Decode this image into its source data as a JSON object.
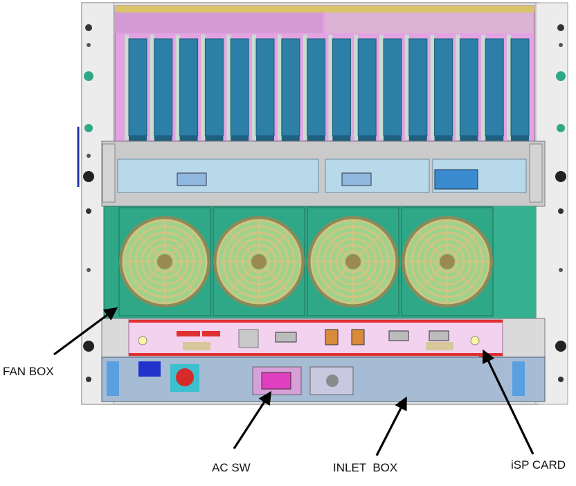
{
  "labels": {
    "fan_box": "FAN BOX",
    "ac_sw": "AC SW",
    "inlet_box": "INLET  BOX",
    "isp_card": "iSP CARD"
  },
  "colors": {
    "rack_frame": "#e6e6e6",
    "card_cage": "#e3a3e3",
    "card_slot": "#2c7fa6",
    "slot_rail": "#c8dcd0",
    "io_panel": "#c9c9c9",
    "fan_box": "#2fa888",
    "fan_grille": "#d2c482",
    "fan_blade": "#9fd28a",
    "isp_card": "#f2d2ee",
    "isp_rail": "#e03030",
    "inlet_box": "#a6bcd4",
    "ac_switch": "#e03fc0",
    "power_button": "#d62b2b",
    "arrow": "#000000"
  },
  "components": {
    "card_slot_count": 16,
    "fan_count": 4
  }
}
